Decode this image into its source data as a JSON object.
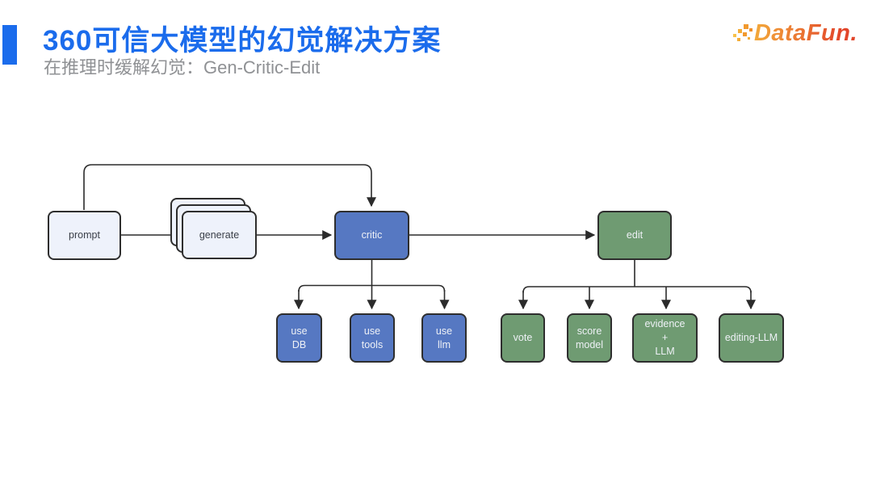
{
  "slide": {
    "title": "360可信大模型的幻觉解决方案",
    "subtitle": "在推理时缓解幻觉：Gen-Critic-Edit",
    "logo_text": "DataFun."
  },
  "colors": {
    "title_blue": "#1b6cec",
    "subtitle_gray": "#8f9194",
    "box_light": "#eef2fb",
    "box_blue": "#5678c2",
    "box_green": "#6f9b72",
    "line": "#2b2b2b",
    "logo_a": "#f3a93a",
    "logo_b": "#e2452a"
  },
  "diagram": {
    "nodes": {
      "prompt": "prompt",
      "generate": "generate",
      "critic": "critic",
      "edit": "edit",
      "use_db": "use\nDB",
      "use_tools": "use\ntools",
      "use_llm": "use\nllm",
      "vote": "vote",
      "score_model": "score\nmodel",
      "evidence_llm": "evidence\n+\nLLM",
      "editing_llm": "editing-LLM"
    },
    "edges": [
      {
        "from": "prompt",
        "to": "generate"
      },
      {
        "from": "generate",
        "to": "critic"
      },
      {
        "from": "prompt",
        "to": "critic"
      },
      {
        "from": "critic",
        "to": "edit"
      },
      {
        "from": "critic",
        "to": "use_db"
      },
      {
        "from": "critic",
        "to": "use_tools"
      },
      {
        "from": "critic",
        "to": "use_llm"
      },
      {
        "from": "edit",
        "to": "vote"
      },
      {
        "from": "edit",
        "to": "score_model"
      },
      {
        "from": "edit",
        "to": "evidence_llm"
      },
      {
        "from": "edit",
        "to": "editing_llm"
      }
    ]
  }
}
